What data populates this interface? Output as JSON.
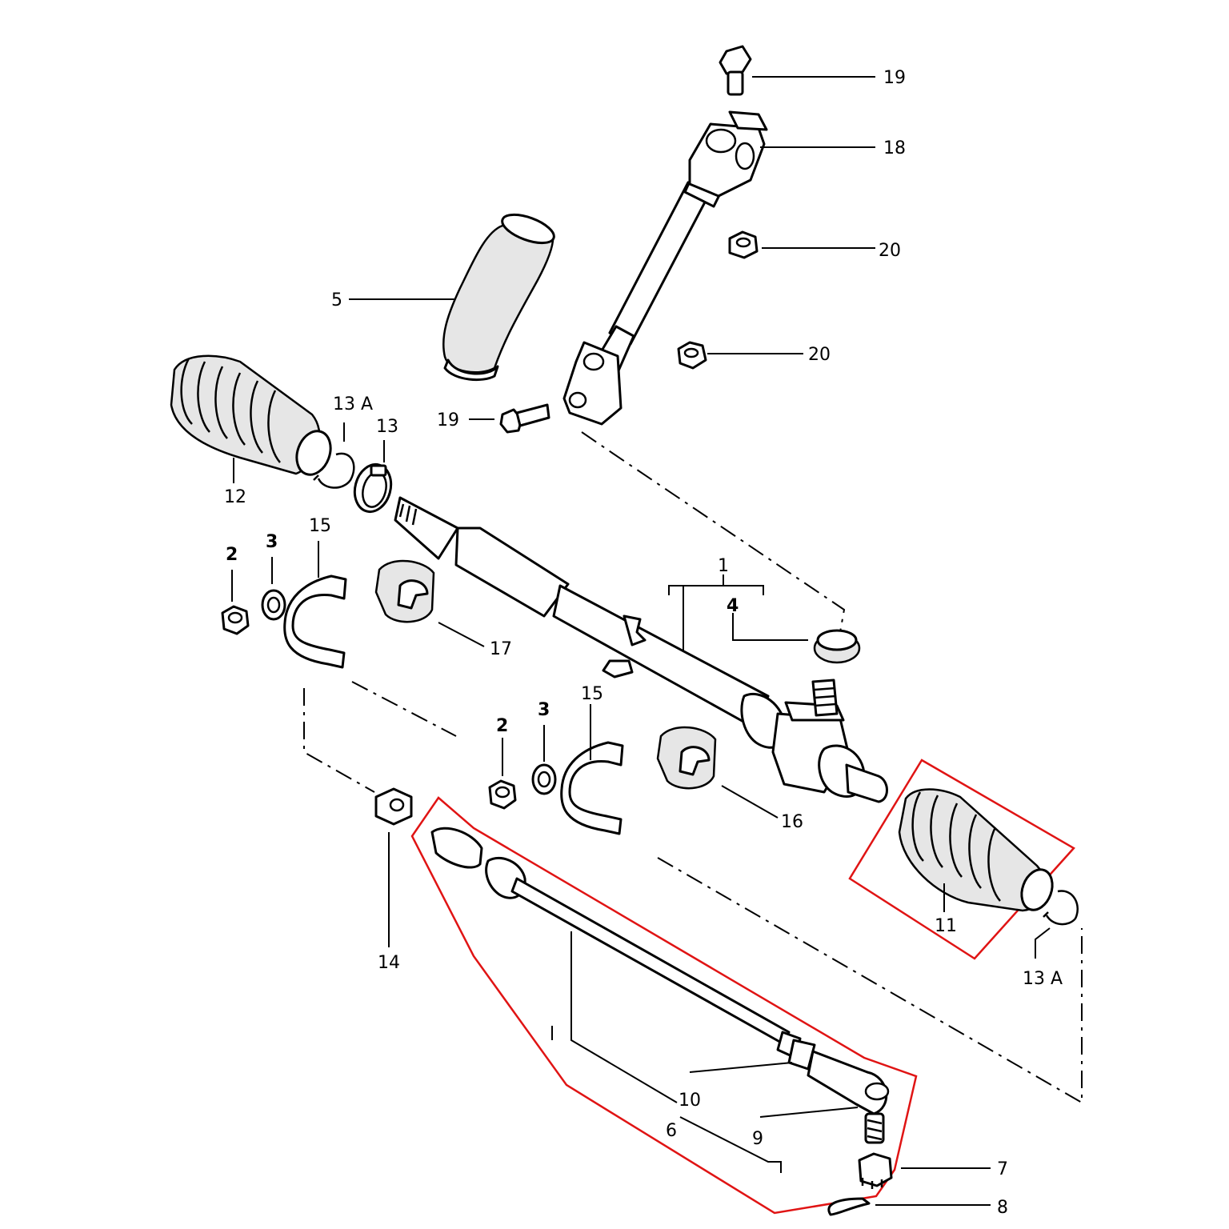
{
  "callouts": {
    "c1": "1",
    "c2a": "2",
    "c2b": "2",
    "c3a": "3",
    "c3b": "3",
    "c4": "4",
    "c5": "5",
    "c6": "6",
    "c7": "7",
    "c8": "8",
    "c9": "9",
    "c10": "10",
    "c11": "11",
    "c12": "12",
    "c13": "13",
    "c13a_left": "13 A",
    "c13a_right": "13 A",
    "c14": "14",
    "c15a": "15",
    "c15b": "15",
    "c16": "16",
    "c17": "17",
    "c18": "18",
    "c19_top": "19",
    "c19_mid": "19",
    "c20a": "20",
    "c20b": "20"
  },
  "highlight_color": "#e01414"
}
